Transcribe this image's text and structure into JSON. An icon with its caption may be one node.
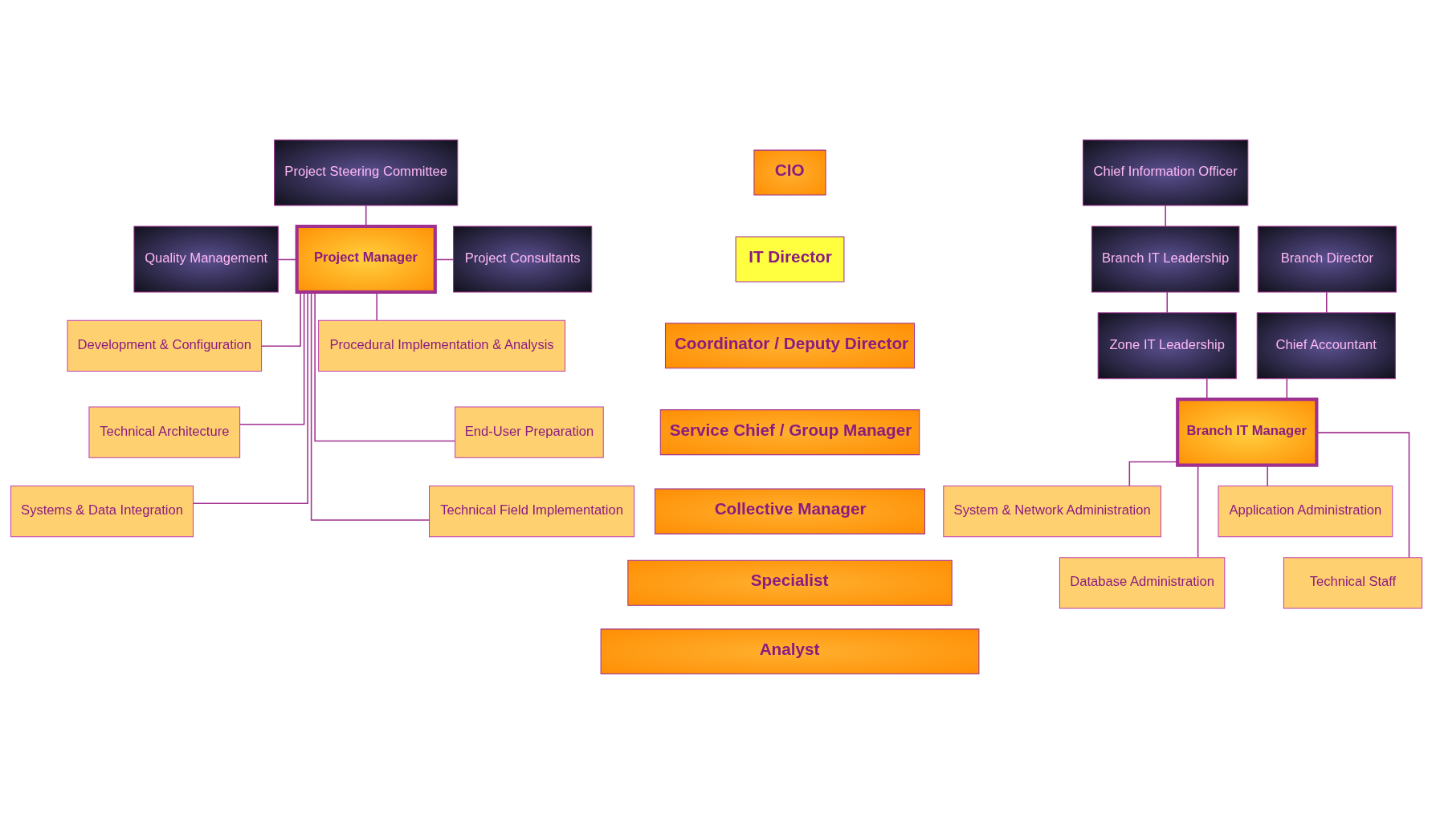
{
  "diagram": {
    "nodes": [
      {
        "text": [
          "Project Steering Committee"
        ]
      },
      {
        "text": [
          "Quality Management"
        ]
      },
      {
        "text": [
          "Project Manager"
        ]
      },
      {
        "text": [
          "Project Consultants"
        ]
      },
      {
        "text": [
          "Development & Configuration"
        ]
      },
      {
        "text": [
          "Procedural Implementation & Analysis"
        ]
      },
      {
        "text": [
          "Technical Architecture"
        ]
      },
      {
        "text": [
          "End-User Preparation"
        ]
      },
      {
        "text": [
          "Systems & Data Integration"
        ]
      },
      {
        "text": [
          "Technical Field Implementation"
        ]
      },
      {
        "text": [
          "CIO"
        ]
      },
      {
        "text": [
          "IT Director"
        ]
      },
      {
        "text": [
          "Coordinator / Deputy Director"
        ]
      },
      {
        "text": [
          "Service Chief / Group Manager"
        ]
      },
      {
        "text": [
          "Collective Manager"
        ]
      },
      {
        "text": [
          "Specialist"
        ]
      },
      {
        "text": [
          "Analyst"
        ]
      },
      {
        "text": [
          "Chief Information Officer"
        ]
      },
      {
        "text": [
          "Branch IT Leadership"
        ]
      },
      {
        "text": [
          "Branch Director"
        ]
      },
      {
        "text": [
          "Zone IT Leadership"
        ]
      },
      {
        "text": [
          "Chief Accountant"
        ]
      },
      {
        "text": [
          "Branch IT Manager"
        ]
      },
      {
        "text": [
          "System & Network Administration"
        ]
      },
      {
        "text": [
          "Application Administration"
        ]
      },
      {
        "text": [
          "Database Administration"
        ]
      },
      {
        "text": [
          "Technical Staff"
        ]
      }
    ],
    "edges": [
      {
        "from": 0,
        "to": 2,
        "arrow": "none"
      },
      {
        "from": 1,
        "to": 2,
        "arrow": "none"
      },
      {
        "from": 2,
        "to": 3,
        "arrow": "none"
      },
      {
        "from": 2,
        "to": 4,
        "arrow": "none"
      },
      {
        "from": 2,
        "to": 5,
        "arrow": "none"
      },
      {
        "from": 2,
        "to": 6,
        "arrow": "none"
      },
      {
        "from": 2,
        "to": 7,
        "arrow": "none"
      },
      {
        "from": 2,
        "to": 8,
        "arrow": "none"
      },
      {
        "from": 2,
        "to": 9,
        "arrow": "none"
      },
      {
        "from": 17,
        "to": 18,
        "arrow": "none"
      },
      {
        "from": 18,
        "to": 20,
        "arrow": "none"
      },
      {
        "from": 19,
        "to": 21,
        "arrow": "none"
      },
      {
        "from": 20,
        "to": 22,
        "arrow": "none"
      },
      {
        "from": 21,
        "to": 22,
        "arrow": "none"
      },
      {
        "from": 22,
        "to": 23,
        "arrow": "none"
      },
      {
        "from": 22,
        "to": 24,
        "arrow": "none"
      },
      {
        "from": 22,
        "to": 25,
        "arrow": "none"
      },
      {
        "from": 22,
        "to": 26,
        "arrow": "none"
      }
    ]
  }
}
